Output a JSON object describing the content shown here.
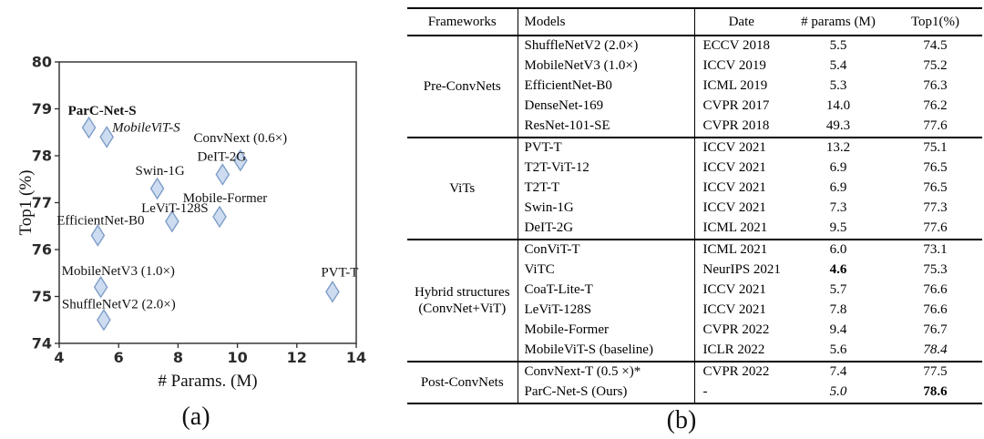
{
  "figure": {
    "caption_a": "(a)",
    "caption_b": "(b)"
  },
  "chart_data": [
    {
      "type": "scatter",
      "title": "",
      "xlabel": "# Params. (M)",
      "ylabel": "Top1 (%)",
      "xlim": [
        4,
        14
      ],
      "ylim": [
        74,
        80
      ],
      "xticks": [
        4,
        6,
        8,
        10,
        12,
        14
      ],
      "yticks": [
        74,
        75,
        76,
        77,
        78,
        79,
        80
      ],
      "grid": false,
      "legend": "none",
      "marker": {
        "shape": "thin-diamond",
        "fill": "#cddcf0",
        "stroke": "#7f9dc7"
      },
      "points": [
        {
          "label": "ParC-Net-S",
          "x": 5.0,
          "y": 78.6,
          "bold": true,
          "italic": false,
          "anchor": "start",
          "dx": -23,
          "dy": -14
        },
        {
          "label": "MobileViT-S",
          "x": 5.6,
          "y": 78.4,
          "bold": false,
          "italic": true,
          "anchor": "start",
          "dx": 6,
          "dy": -6
        },
        {
          "label": "ConvNext (0.6×)",
          "x": 10.1,
          "y": 77.9,
          "bold": false,
          "italic": false,
          "anchor": "middle",
          "dx": 0,
          "dy": -20
        },
        {
          "label": "DeIT-2G",
          "x": 9.5,
          "y": 77.6,
          "bold": false,
          "italic": false,
          "anchor": "middle",
          "dx": -1,
          "dy": -15
        },
        {
          "label": "Swin-1G",
          "x": 7.3,
          "y": 77.3,
          "bold": false,
          "italic": false,
          "anchor": "middle",
          "dx": 3,
          "dy": -15
        },
        {
          "label": "Mobile-Former",
          "x": 9.4,
          "y": 76.7,
          "bold": false,
          "italic": false,
          "anchor": "middle",
          "dx": 6,
          "dy": -16
        },
        {
          "label": "LeViT-128S",
          "x": 7.8,
          "y": 76.6,
          "bold": false,
          "italic": false,
          "anchor": "middle",
          "dx": 3,
          "dy": -10
        },
        {
          "label": "EfficientNet-B0",
          "x": 5.3,
          "y": 76.3,
          "bold": false,
          "italic": false,
          "anchor": "middle",
          "dx": 3,
          "dy": -12
        },
        {
          "label": "MobileNetV3 (1.0×)",
          "x": 5.4,
          "y": 75.2,
          "bold": false,
          "italic": false,
          "anchor": "start",
          "dx": -43,
          "dy": -13
        },
        {
          "label": "PVT-T",
          "x": 13.2,
          "y": 75.1,
          "bold": false,
          "italic": false,
          "anchor": "middle",
          "dx": 8,
          "dy": -17
        },
        {
          "label": "ShuffleNetV2 (2.0×)",
          "x": 5.5,
          "y": 74.5,
          "bold": false,
          "italic": false,
          "anchor": "start",
          "dx": -46,
          "dy": -13
        }
      ]
    },
    {
      "type": "table",
      "headers": [
        "Frameworks",
        "Models",
        "Date",
        "# params (M)",
        "Top1(%)"
      ],
      "groups": [
        {
          "framework_lines": [
            "Pre-ConvNets"
          ],
          "rows": [
            {
              "model": "ShuffleNetV2 (2.0×)",
              "date": "ECCV 2018",
              "params": "5.5",
              "top1": "74.5"
            },
            {
              "model": "MobileNetV3 (1.0×)",
              "date": "ICCV 2019",
              "params": "5.4",
              "top1": "75.2"
            },
            {
              "model": "EfficientNet-B0",
              "date": "ICML 2019",
              "params": "5.3",
              "top1": "76.3"
            },
            {
              "model": "DenseNet-169",
              "date": "CVPR 2017",
              "params": "14.0",
              "top1": "76.2"
            },
            {
              "model": "ResNet-101-SE",
              "date": "CVPR 2018",
              "params": "49.3",
              "top1": "77.6"
            }
          ]
        },
        {
          "framework_lines": [
            "ViTs"
          ],
          "rows": [
            {
              "model": "PVT-T",
              "date": "ICCV 2021",
              "params": "13.2",
              "top1": "75.1"
            },
            {
              "model": "T2T-ViT-12",
              "date": "ICCV 2021",
              "params": "6.9",
              "top1": "76.5"
            },
            {
              "model": "T2T-T",
              "date": "ICCV 2021",
              "params": "6.9",
              "top1": "76.5"
            },
            {
              "model": "Swin-1G",
              "date": "ICCV 2021",
              "params": "7.3",
              "top1": "77.3"
            },
            {
              "model": "DeIT-2G",
              "date": "ICML 2021",
              "params": "9.5",
              "top1": "77.6"
            }
          ]
        },
        {
          "framework_lines": [
            "Hybrid structures",
            "(ConvNet+ViT)"
          ],
          "rows": [
            {
              "model": "ConViT-T",
              "date": "ICML 2021",
              "params": "6.0",
              "top1": "73.1"
            },
            {
              "model": "ViTC",
              "date": "NeurIPS 2021",
              "params": "4.6",
              "top1": "75.3",
              "params_style": "bold"
            },
            {
              "model": "CoaT-Lite-T",
              "date": "ICCV 2021",
              "params": "5.7",
              "top1": "76.6"
            },
            {
              "model": "LeViT-128S",
              "date": "ICCV 2021",
              "params": "7.8",
              "top1": "76.6"
            },
            {
              "model": "Mobile-Former",
              "date": "CVPR 2022",
              "params": "9.4",
              "top1": "76.7"
            },
            {
              "model": "MobileViT-S (baseline)",
              "date": "ICLR 2022",
              "params": "5.6",
              "top1": "78.4",
              "top1_style": "italic"
            }
          ]
        },
        {
          "framework_lines": [
            "Post-ConvNets"
          ],
          "rows": [
            {
              "model": "ConvNext-T (0.5 ×)*",
              "date": "CVPR 2022",
              "params": "7.4",
              "top1": "77.5"
            },
            {
              "model": "ParC-Net-S  (Ours)",
              "date": "-",
              "params": "5.0",
              "top1": "78.6",
              "params_style": "italic",
              "top1_style": "bold"
            }
          ]
        }
      ]
    }
  ]
}
